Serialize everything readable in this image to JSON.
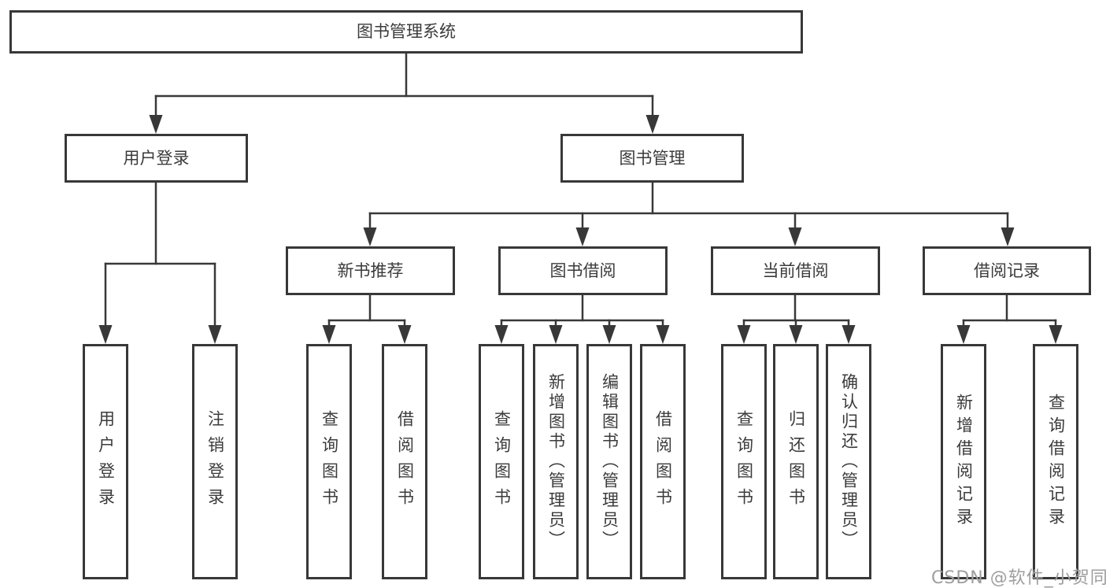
{
  "tree": {
    "root": {
      "label": "图书管理系统"
    },
    "level2": [
      {
        "label": "用户登录",
        "leaves": [
          {
            "label": "用户登录"
          },
          {
            "label": "注销登录"
          }
        ]
      },
      {
        "label": "图书管理",
        "groups": [
          {
            "label": "新书推荐",
            "leaves": [
              {
                "label": "查询图书"
              },
              {
                "label": "借阅图书"
              }
            ]
          },
          {
            "label": "图书借阅",
            "leaves": [
              {
                "label": "查询图书"
              },
              {
                "label": "新增图书（管理员）"
              },
              {
                "label": "编辑图书（管理员）"
              },
              {
                "label": "借阅图书"
              }
            ]
          },
          {
            "label": "当前借阅",
            "leaves": [
              {
                "label": "查询图书"
              },
              {
                "label": "归还图书"
              },
              {
                "label": "确认归还（管理员）"
              }
            ]
          },
          {
            "label": "借阅记录",
            "leaves": [
              {
                "label": "新增借阅记录"
              },
              {
                "label": "查询借阅记录"
              }
            ]
          }
        ]
      }
    ]
  },
  "watermark": "CSDN @软件_小贺同学",
  "colors": {
    "line": "#383838",
    "box_border": "#383838",
    "text": "#3b3b3b",
    "watermark": "#9e9e9e",
    "background": "#ffffff"
  }
}
